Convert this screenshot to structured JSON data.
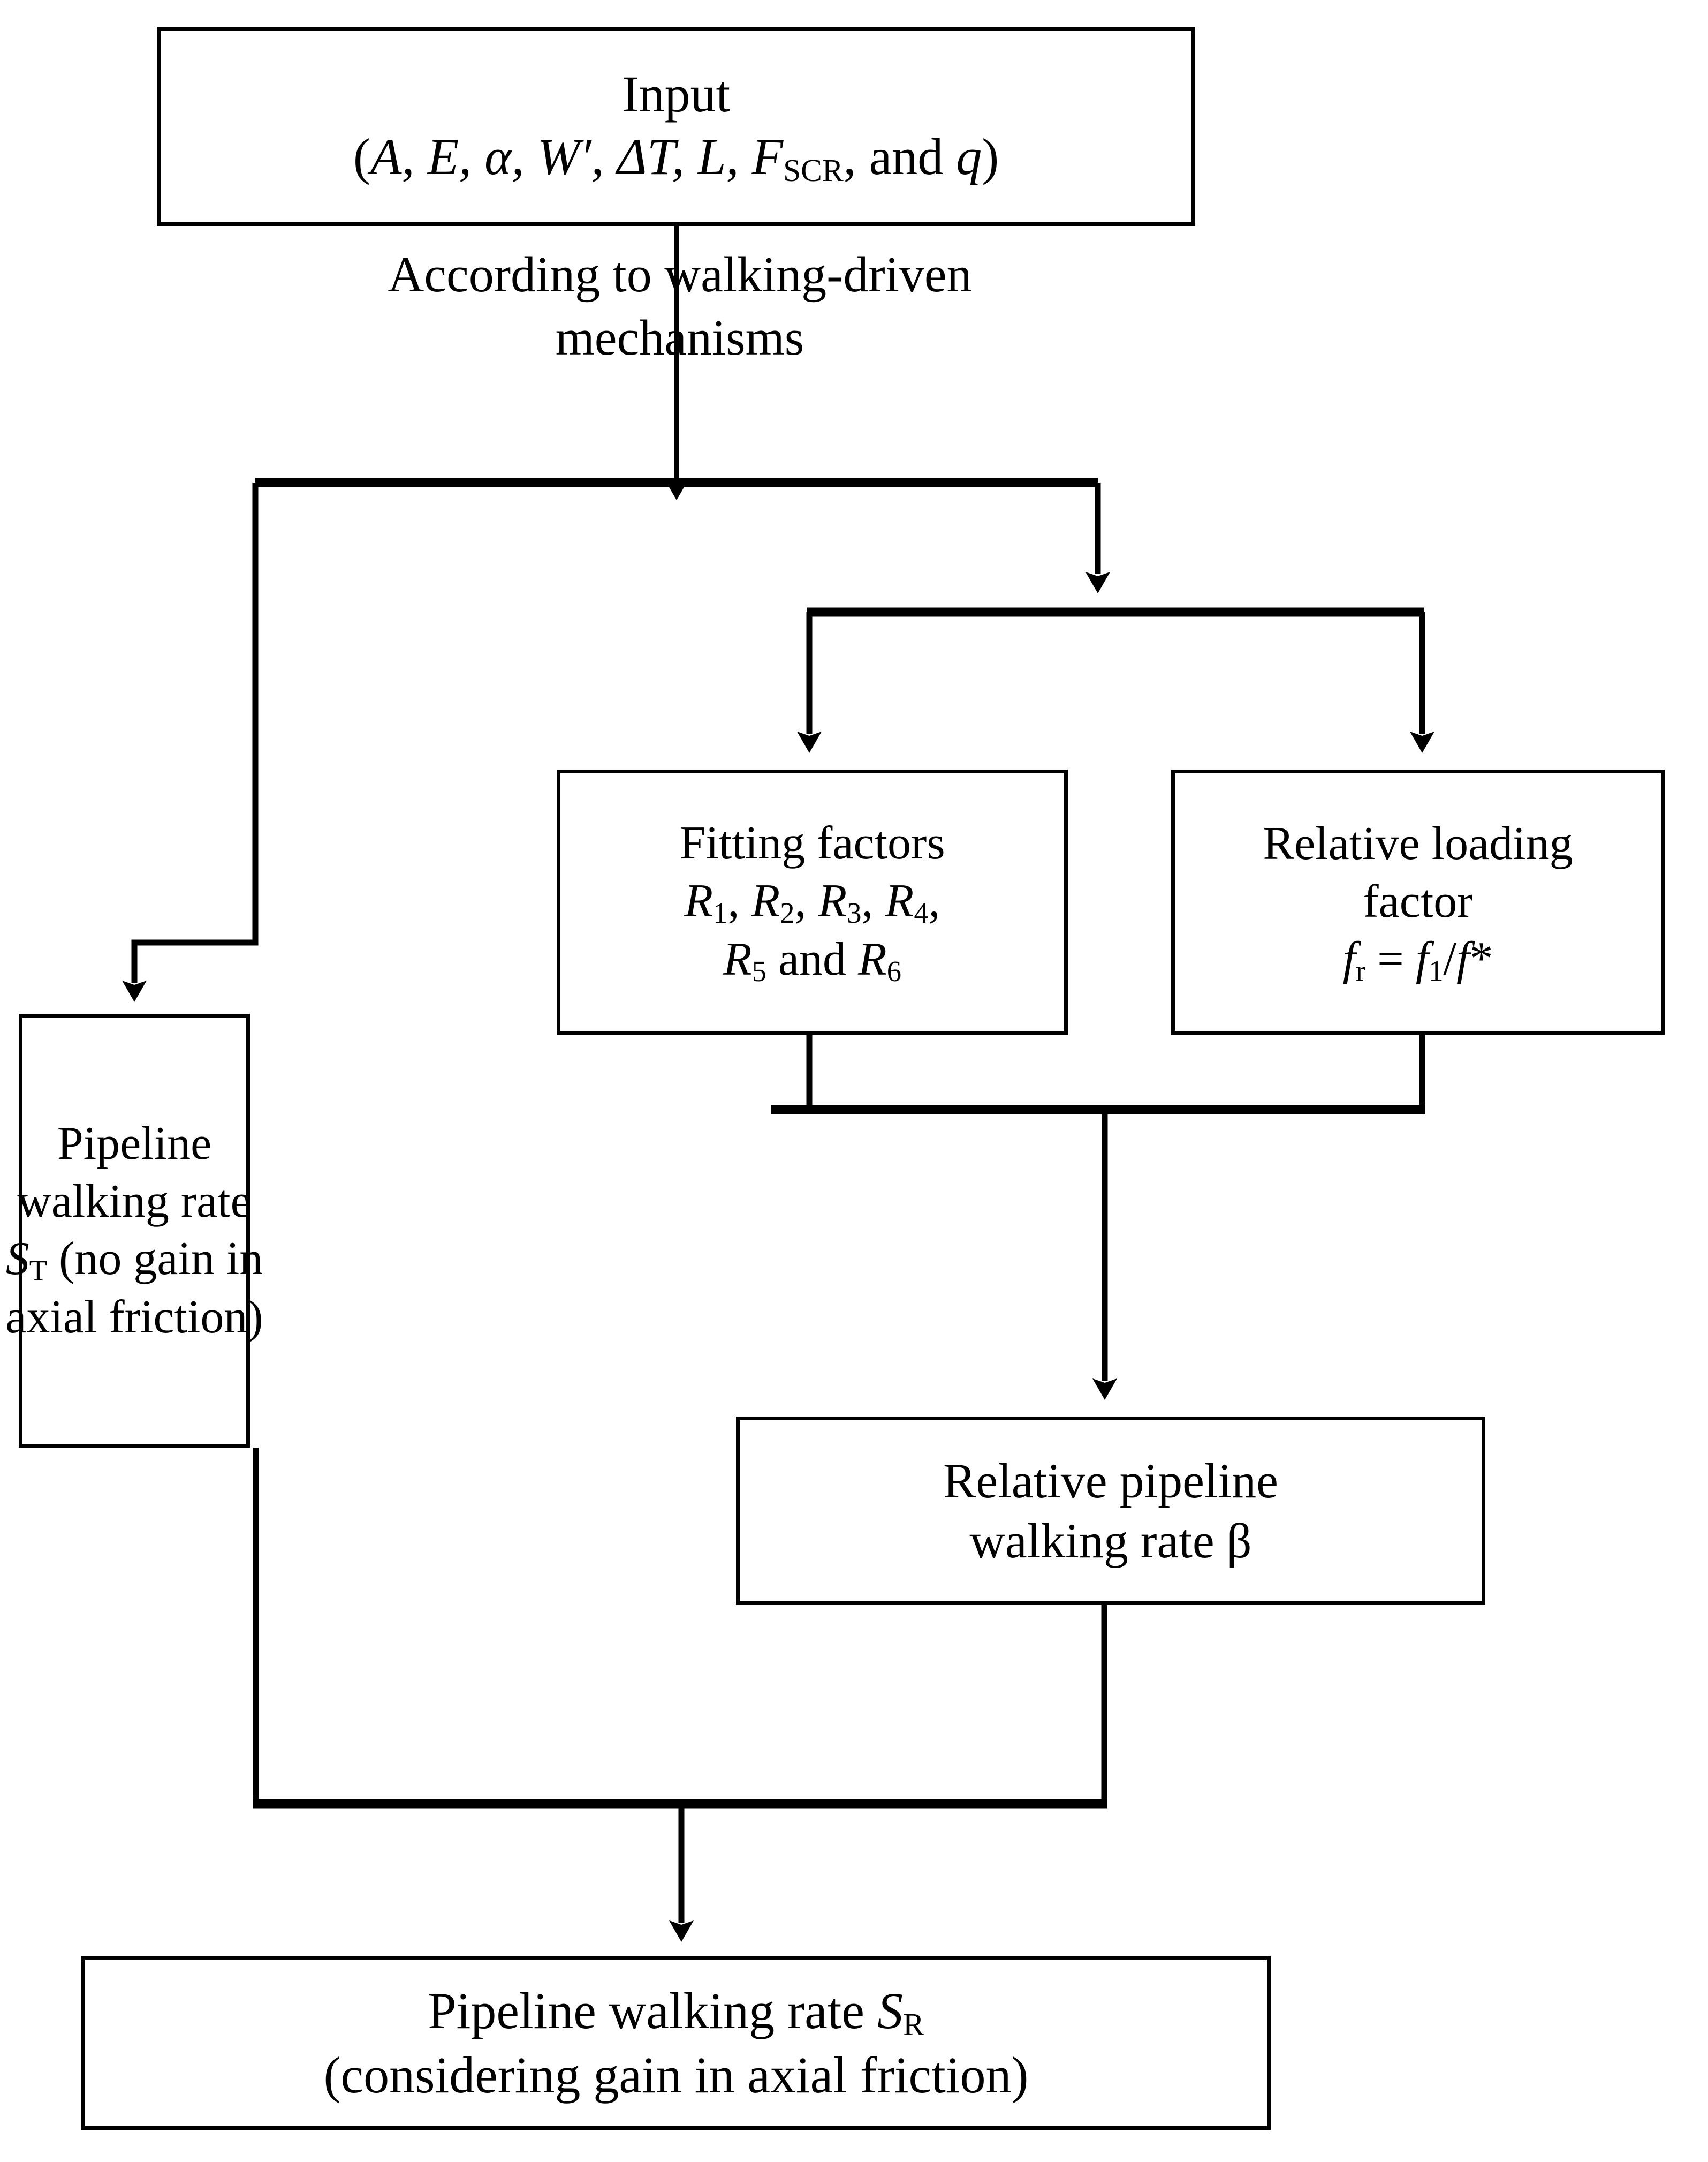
{
  "diagram": {
    "type": "flowchart",
    "title": "Pipeline walking rate calculation flowchart",
    "stroke_color": "#000000",
    "background_color": "#ffffff"
  },
  "nodes": {
    "input": {
      "name": "input-box",
      "line1": "Input",
      "line2_prefix": "(",
      "vars": "A, E, α, W′, ΔT, L, F",
      "vars_sub": "SCR",
      "vars_tail": ",  and ",
      "vars_q": "q",
      "line2_suffix": ")"
    },
    "fitting_factors": {
      "name": "fitting-factors-box",
      "line1": "Fitting factors",
      "line2_r1": "R",
      "line2_r1_sub": "1",
      "line2_r2": "R",
      "line2_r2_sub": "2",
      "line2_r3": "R",
      "line2_r3_sub": "3",
      "line2_r4": "R",
      "line2_r4_sub": "4",
      "line3_r5": "R",
      "line3_r5_sub": "5",
      "line3_and": " and ",
      "line3_r6": "R",
      "line3_r6_sub": "6"
    },
    "relative_loading_factor": {
      "name": "relative-loading-factor-box",
      "line1": "Relative loading",
      "line2": "factor",
      "eq_f": "f",
      "eq_f_sub": "r",
      "eq_mid": " = ",
      "eq_f1": "f",
      "eq_f1_sub": "1",
      "eq_slash": "/",
      "eq_fstar": "f",
      "eq_star": "*"
    },
    "walking_rate_st": {
      "name": "pipeline-walking-rate-st-box",
      "line1": "Pipeline",
      "line2": "walking rate",
      "line3_s": "S",
      "line3_s_sub": "T",
      "line3_rest": " (no gain in",
      "line4": "axial friction)"
    },
    "relative_walking_rate_beta": {
      "name": "relative-pipeline-walking-rate-box",
      "line1": "Relative pipeline",
      "line2": "walking rate β"
    },
    "walking_rate_sr": {
      "name": "pipeline-walking-rate-sr-box",
      "line1_pre": "Pipeline walking rate ",
      "line1_s": "S",
      "line1_s_sub": "R",
      "line2": "(considering gain in axial friction)"
    }
  },
  "edge_labels": {
    "mechanism": {
      "name": "according-to-walking-driven-mechanisms-label",
      "line1": "According to walking-driven",
      "line2": "mechanisms"
    }
  },
  "edges": [
    {
      "name": "edge-input-to-split",
      "from": "input",
      "to": "split-1"
    },
    {
      "name": "edge-split1-to-st",
      "from": "split-1",
      "to": "walking_rate_st"
    },
    {
      "name": "edge-split1-to-split2",
      "from": "split-1",
      "to": "split-2"
    },
    {
      "name": "edge-split2-to-fitting",
      "from": "split-2",
      "to": "fitting_factors"
    },
    {
      "name": "edge-split2-to-loading",
      "from": "split-2",
      "to": "relative_loading_factor"
    },
    {
      "name": "edge-fitting-loading-merge",
      "from": "fitting_factors",
      "to": "relative_walking_rate_beta"
    },
    {
      "name": "edge-beta-st-merge-to-sr",
      "from": "relative_walking_rate_beta",
      "to": "walking_rate_sr"
    }
  ]
}
